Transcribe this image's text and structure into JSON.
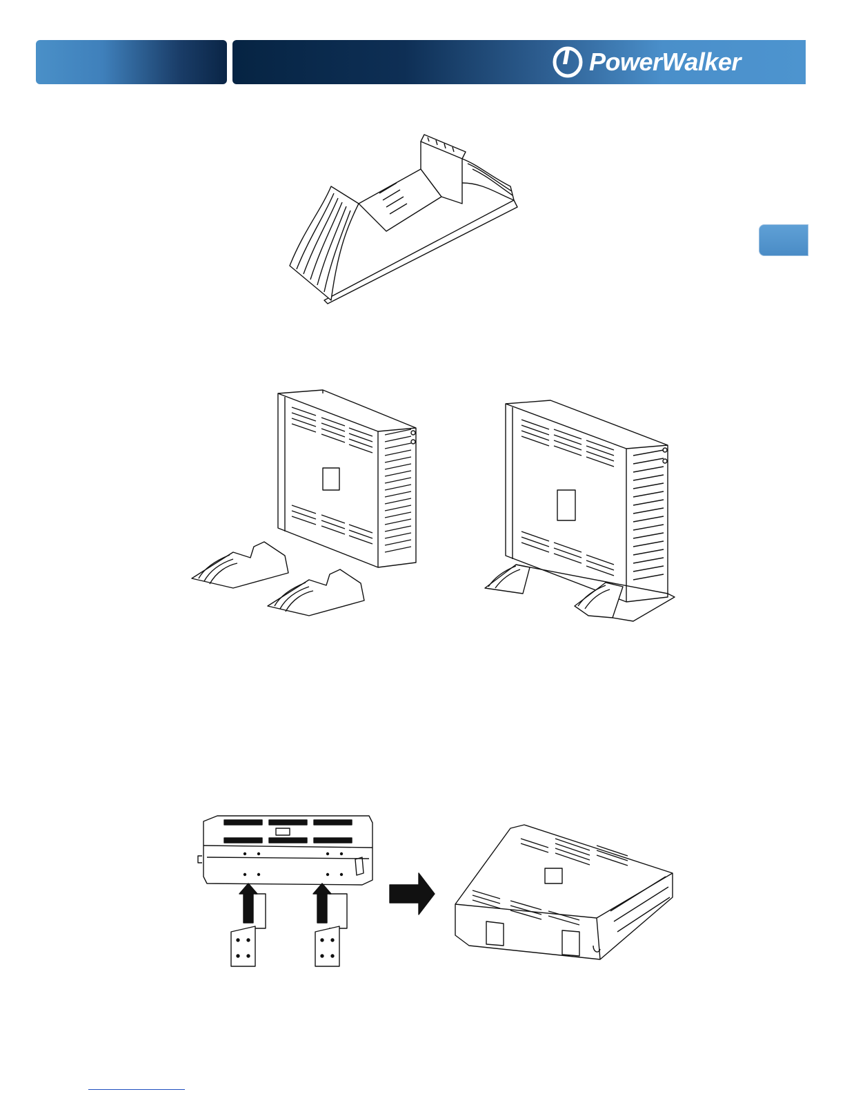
{
  "header": {
    "brand": "PowerWalker"
  },
  "colors": {
    "header_light_blue": "#4a90c8",
    "header_dark_navy": "#062443",
    "tab_blue": "#4a8cc6",
    "line_art": "#111111"
  },
  "figures": [
    {
      "name": "stand-detail",
      "icon": "stand-icon"
    },
    {
      "name": "tower-installation",
      "icon": "tower-ups-icon"
    },
    {
      "name": "rack-bracket-installation",
      "icon": "rack-ups-icon"
    }
  ]
}
